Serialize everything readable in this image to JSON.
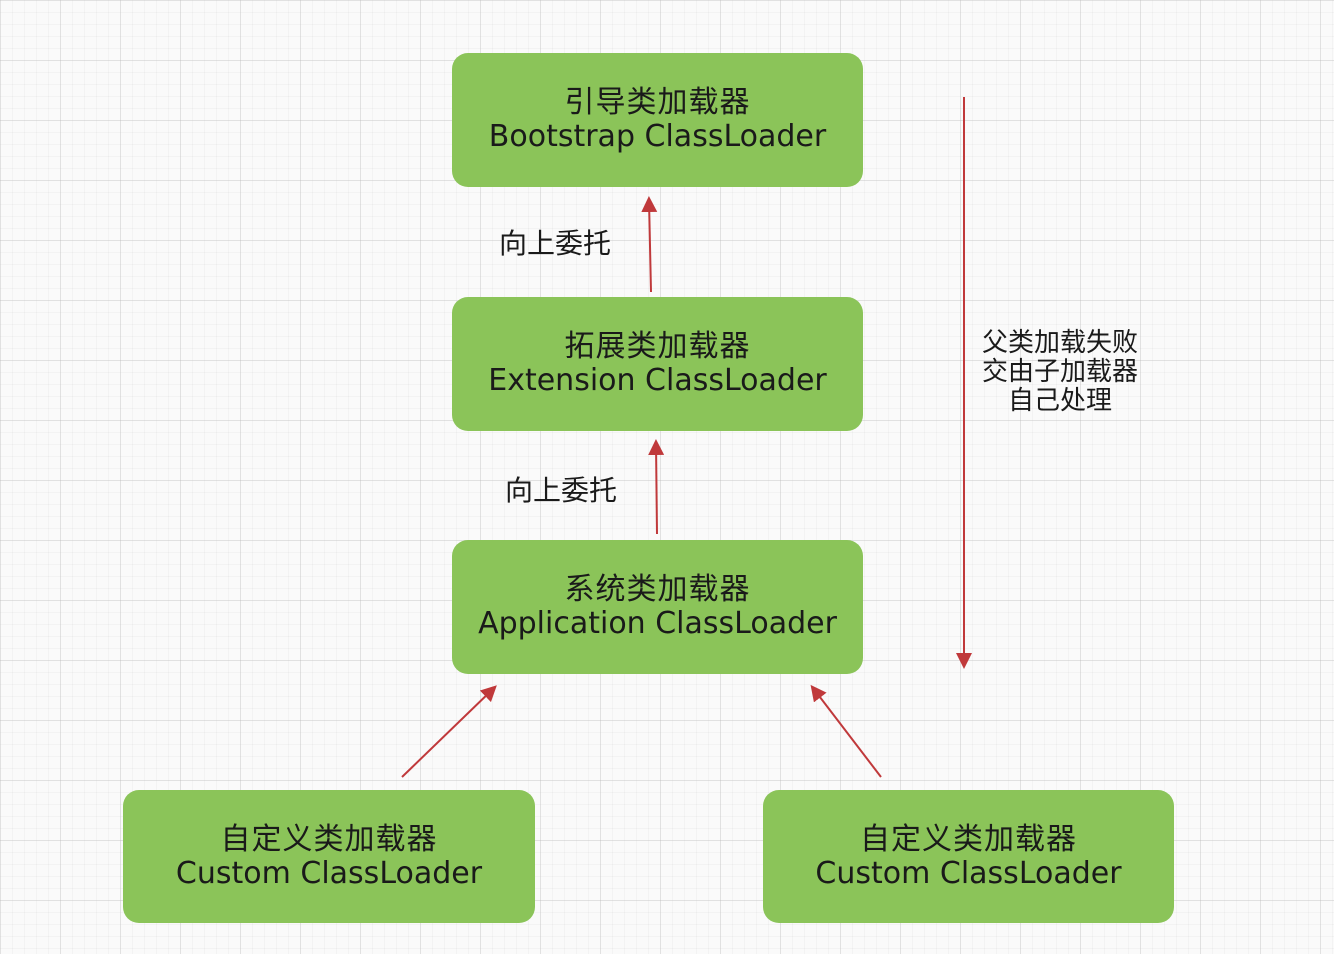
{
  "nodes": {
    "bootstrap": {
      "zh": "引导类加载器",
      "en": "Bootstrap ClassLoader"
    },
    "extension": {
      "zh": "拓展类加载器",
      "en": "Extension ClassLoader"
    },
    "application": {
      "zh": "系统类加载器",
      "en": "Application ClassLoader"
    },
    "custom_left": {
      "zh": "自定义类加载器",
      "en": "Custom ClassLoader"
    },
    "custom_right": {
      "zh": "自定义类加载器",
      "en": "Custom ClassLoader"
    }
  },
  "edge_labels": {
    "upper": "向上委托",
    "lower": "向上委托"
  },
  "side_note": {
    "line1": "父类加载失败",
    "line2": "交由子加载器",
    "line3": "自己处理"
  },
  "colors": {
    "node_fill": "#8bc459",
    "arrow": "#c0393b"
  }
}
